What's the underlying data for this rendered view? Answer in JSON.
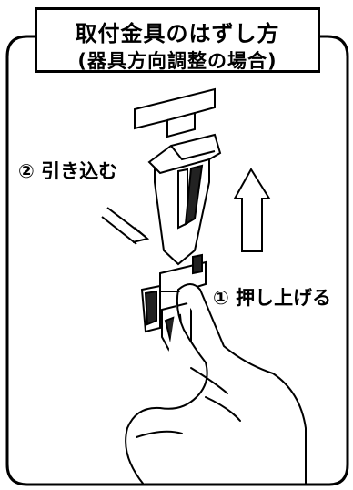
{
  "title": {
    "line1": "取付金具のはずし方",
    "line2": "(器具方向調整の場合)"
  },
  "steps": [
    {
      "number": "②",
      "text": "引き込む"
    },
    {
      "number": "①",
      "text": "押し上げる"
    }
  ],
  "colors": {
    "line": "#000000",
    "background": "#ffffff"
  },
  "icons": [
    "up-arrow-icon",
    "swipe-arrow-icon"
  ]
}
